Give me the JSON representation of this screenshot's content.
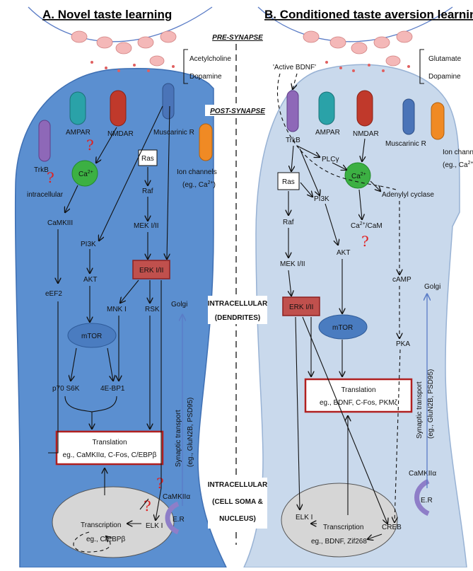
{
  "panels": {
    "a_title": "A. Novel taste learning",
    "b_title": "B. Conditioned  taste aversion learning"
  },
  "stages": {
    "pre_synapse": "PRE-SYNAPSE",
    "post_synapse": "POST-SYNAPSE",
    "intracellular_dendrites_1": "INTRACELLULAR",
    "intracellular_dendrites_2": "(DENDRITES)",
    "intracellular_soma_1": "INTRACELLULAR",
    "intracellular_soma_2": "(CELL SOMA &",
    "intracellular_soma_3": "NUCLEUS)"
  },
  "panel_a": {
    "neurotransmitter_1": "Acetylcholine",
    "neurotransmitter_2": "Dopamine",
    "trkb": "TrkB",
    "ampar": "AMPAR",
    "nmdar": "NMDAR",
    "muscarinic": "Muscarinic R",
    "ion_channels_1": "Ion channels",
    "ion_channels_2": "(eg., Ca",
    "ca": "Ca",
    "intracellular": "intracellular",
    "camkiii": "CaMKIII",
    "eef2": "eEF2",
    "ras": "Ras",
    "raf": "Raf",
    "mek": "MEK I/II",
    "pi3k": "PI3K",
    "akt": "AKT",
    "erk": "ERK I/II",
    "mnk": "MNK I",
    "rsk": "RSK",
    "mtor": "mTOR",
    "p70": "p70 S6K",
    "fourebp1": "4E-BP1",
    "golgi": "Golgi",
    "synaptic_1": "Synaptic transport",
    "synaptic_2": "(eg., GluN2B, PSD95)",
    "translation_title": "Translation",
    "translation_body": "eg., CaMKIIα, C-Fos, C/EBPβ",
    "camkiia": "CaMKIIα",
    "er": "E.R",
    "elk": "ELK I",
    "transcription": "Transcription",
    "transcription_eg": "eg., C/EBPβ"
  },
  "panel_b": {
    "active_bdnf": "'Active BDNF'",
    "neurotransmitter_1": "Glutamate",
    "neurotransmitter_2": "Dopamine",
    "trkb": "TrkB",
    "ampar": "AMPAR",
    "nmdar": "NMDAR",
    "muscarinic": "Muscarinic R",
    "ion_channels_1": "Ion channels",
    "ion_channels_2": "(eg., Ca",
    "plcy": "PLCγ",
    "ca": "Ca",
    "ras": "Ras",
    "pi3k": "PI3K",
    "adenylyl": "Adenylyl cyclase",
    "raf": "Raf",
    "cacam": "Ca",
    "cacam_tail": "/CaM",
    "akt": "AKT",
    "mek": "MEK I/II",
    "camp": "cAMP",
    "golgi": "Golgi",
    "erk": "ERK I/II",
    "mtor": "mTOR",
    "pka": "PKA",
    "synaptic_1": "Synaptic transport",
    "synaptic_2": "(eg., GluN2B, PSD95)",
    "translation_title": "Translation",
    "translation_body": "eg., BDNF, C-Fos, PKMζ",
    "camkiia": "CaMKIIα",
    "er": "E.R",
    "elk": "ELK I",
    "transcription": "Transcription",
    "transcription_eg": "eg., BDNF, Zif268",
    "creb": "CREB"
  },
  "symbols": {
    "question": "?",
    "sup_2plus": "2+",
    "sup_close": ")"
  },
  "colors": {
    "neuron_a": "#5b8fd0",
    "neuron_b": "#c9d9ec",
    "erk": "#c0504d",
    "ca": "#3cb043",
    "mtor": "#4a7cc0",
    "trkb": "#8e68b8",
    "ampar": "#2aa2a8",
    "nmdar": "#c0392b",
    "muscarinic": "#4a74b8",
    "ion_channel": "#f08a24",
    "vesicle": "#f4b8b8",
    "question": "#e02020"
  }
}
